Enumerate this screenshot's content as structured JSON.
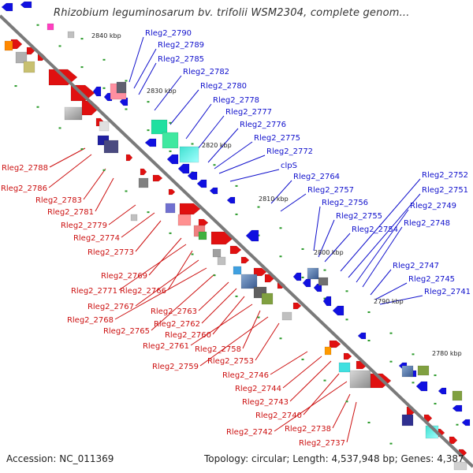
{
  "title": "Rhizobium leguminosarum bv. trifolii WSM2304, complete genom...",
  "accession": "Accession: NC_011369",
  "topology": "Topology: circular; Length: 4,537,948 bp; Genes: 4,387",
  "colors": {
    "backbone": "#7a7a7a",
    "forward_genes": "#e01010",
    "reverse_genes": "#1010e0",
    "upper_labels": "#1010cc",
    "lower_labels": "#cc1010",
    "tick_dots": "#2a9a2a"
  },
  "kbp_ticks": [
    {
      "label": "2840 kbp"
    },
    {
      "label": "2830 kbp"
    },
    {
      "label": "2820 kbp"
    },
    {
      "label": "2810 kbp"
    },
    {
      "label": "2800 kbp"
    },
    {
      "label": "2790 kbp"
    },
    {
      "label": "2780 kbp"
    }
  ],
  "upper_labels": [
    "Rleg2_2790",
    "Rleg2_2789",
    "Rleg2_2785",
    "Rleg2_2782",
    "Rleg2_2780",
    "Rleg2_2778",
    "Rleg2_2777",
    "Rleg2_2776",
    "Rleg2_2775",
    "Rleg2_2772",
    "clpS",
    "Rleg2_2764",
    "Rleg2_2757",
    "Rleg2_2756",
    "Rleg2_2755",
    "Rleg2_2754",
    "Rleg2_2752",
    "Rleg2_2751",
    "Rleg2_2749",
    "Rleg2_2748",
    "Rleg2_2747",
    "Rleg2_2745",
    "Rleg2_2741"
  ],
  "lower_labels": [
    "Rleg2_2788",
    "Rleg2_2786",
    "Rleg2_2783",
    "Rleg2_2781",
    "Rleg2_2779",
    "Rleg2_2774",
    "Rleg2_2773",
    "Rleg2_2769",
    "Rleg2_2771",
    "Rleg2_2766",
    "Rleg2_2767",
    "Rleg2_2768",
    "Rleg2_2765",
    "Rleg2_2763",
    "Rleg2_2762",
    "Rleg2_2760",
    "Rleg2_2761",
    "Rleg2_2758",
    "Rleg2_2759",
    "Rleg2_2753",
    "Rleg2_2746",
    "Rleg2_2744",
    "Rleg2_2743",
    "Rleg2_2740",
    "Rleg2_2742",
    "Rleg2_2738",
    "Rleg2_2737"
  ]
}
